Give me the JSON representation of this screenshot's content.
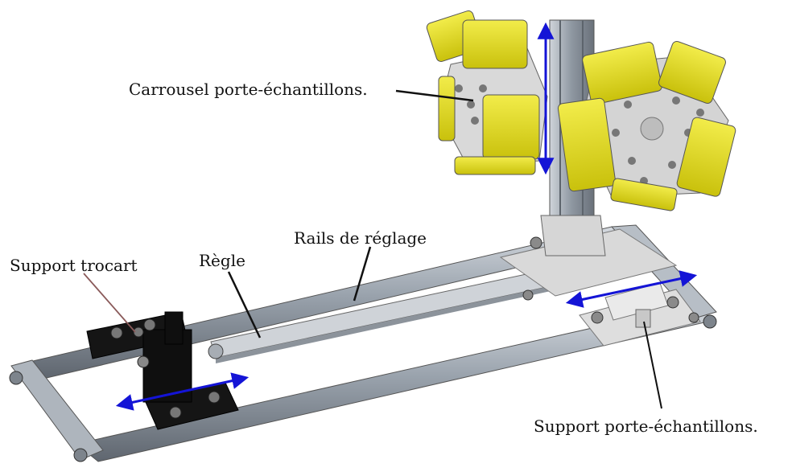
{
  "labels": {
    "carrousel": "Carrousel porte-échantillons.",
    "rails": "Rails de réglage",
    "regle": "Règle",
    "support_trocart": "Support trocart",
    "support_porte": "Support porte-échantillons."
  },
  "colors": {
    "rail": "#9aa3ad",
    "rail_dark": "#6c737c",
    "rail_light": "#c9cfd6",
    "aluminium": "#d8d8d8",
    "yellow_pad": "#e8e01a",
    "black_part": "#141414",
    "arrow_blue": "#1414d6",
    "leader_brown": "#8a5a5a",
    "leader_black": "#111111"
  }
}
